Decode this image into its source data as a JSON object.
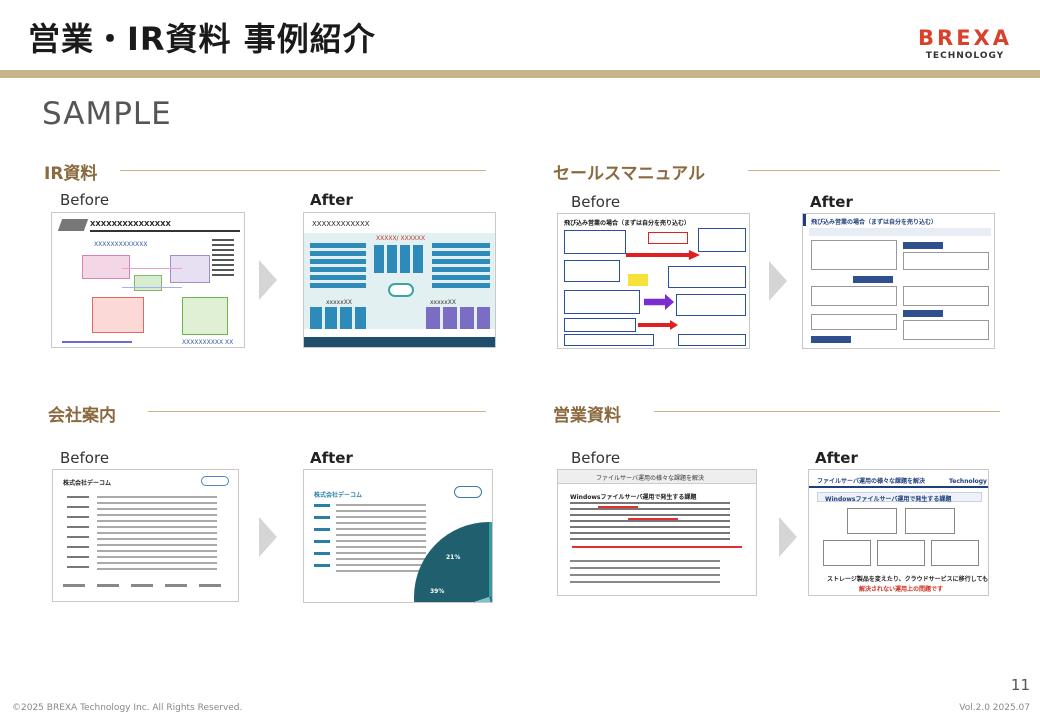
{
  "header": {
    "title": "営業・IR資料 事例紹介",
    "logo_brand": "BREXA",
    "logo_sub": "TECHNOLOGY",
    "accent_color": "#c8b48a",
    "brand_color": "#d9412b"
  },
  "sample_label": "SAMPLE",
  "labels": {
    "before": "Before",
    "after": "After"
  },
  "sections": {
    "ir": {
      "title": "IR資料",
      "before_thumb": {
        "heading": "XXXXXXXXXXXXXXX",
        "sub": "XXXXXXXXXXXXX",
        "footer": "XXXXXXXXXX XX"
      },
      "after_thumb": {
        "heading": "XXXXXXXXXXXX",
        "center": "XXXXX/ XXXXXX",
        "left_box": "xxxxxXX",
        "right_box": "xxxxxXX"
      }
    },
    "sales_manual": {
      "title": "セールスマニュアル",
      "before_thumb": {
        "heading": "飛び込み営業の場合（まずは自分を売り込む）"
      },
      "after_thumb": {
        "heading": "飛び込み営業の場合（まずは自分を売り込む）"
      }
    },
    "company": {
      "title": "会社案内",
      "before_thumb": {
        "heading": "株式会社デーコム"
      },
      "after_thumb": {
        "heading": "株式会社デーコム",
        "pie_labels": [
          "21%",
          "39%"
        ]
      }
    },
    "sales_material": {
      "title": "営業資料",
      "before_thumb": {
        "heading": "ファイルサーバ運用の様々な課題を解決",
        "sub": "Windowsファイルサーバ運用で発生する課題"
      },
      "after_thumb": {
        "heading": "ファイルサーバ運用の様々な課題を解決",
        "sub": "Windowsファイルサーバ運用で発生する課題",
        "logo": "Technology",
        "caption_1": "ストレージ製品を変えたり、クラウドサービスに移行しても",
        "caption_2": "解決されない運用上の問題です"
      }
    }
  },
  "footer": {
    "page_number": "11",
    "copyright": "©2025 BREXA Technology Inc. All Rights Reserved.",
    "version": "Vol.2.0 2025.07"
  }
}
